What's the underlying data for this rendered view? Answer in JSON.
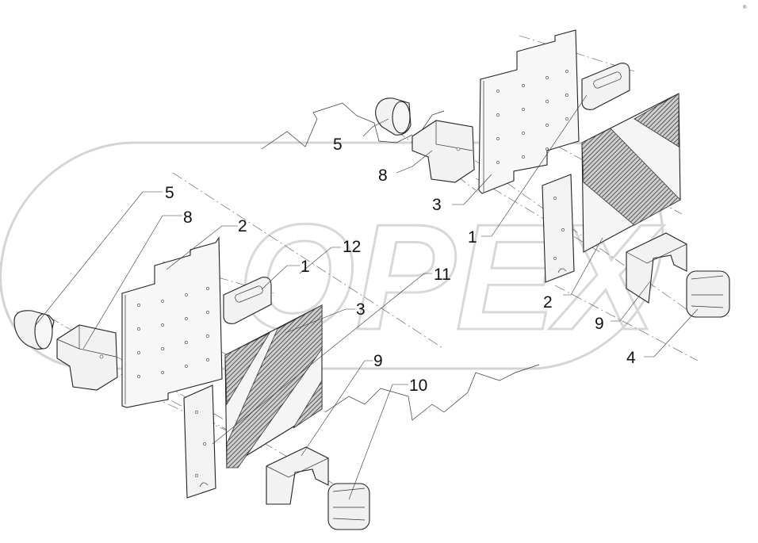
{
  "corner_mark": "®",
  "watermark": {
    "text": "OPEX"
  },
  "callouts": {
    "c1": "5",
    "c2": "8",
    "c3": "2",
    "c4": "12",
    "c5": "1",
    "c6": "3",
    "c7": "9",
    "c8": "10",
    "c9": "11",
    "c10": "5",
    "c11": "8",
    "c12": "3",
    "c13": "1",
    "c14": "2",
    "c15": "9",
    "c16": "4"
  },
  "colors": {
    "line": "#222222",
    "panel": "#f2f2f2",
    "hatch": "#555555",
    "watermark": "#d4d4d4"
  }
}
